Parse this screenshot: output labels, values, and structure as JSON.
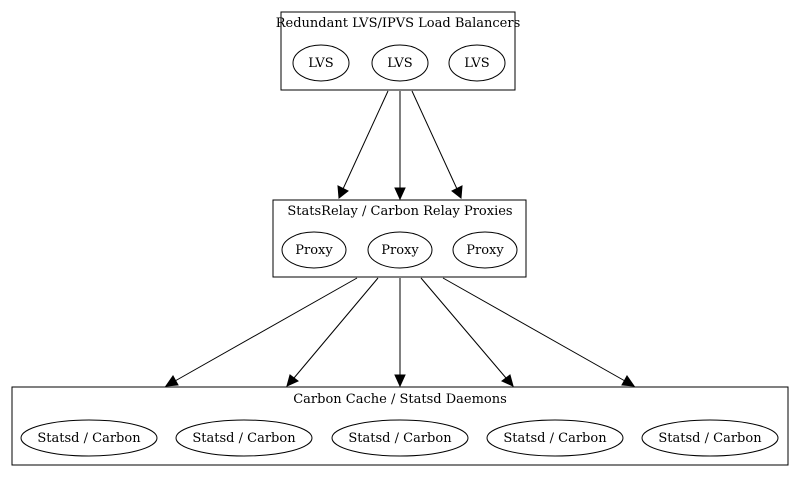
{
  "clusters": {
    "lb": {
      "title": "Redundant LVS/IPVS Load Balancers",
      "nodes": [
        "LVS",
        "LVS",
        "LVS"
      ]
    },
    "proxy": {
      "title": "StatsRelay / Carbon Relay Proxies",
      "nodes": [
        "Proxy",
        "Proxy",
        "Proxy"
      ]
    },
    "cache": {
      "title": "Carbon Cache / Statsd Daemons",
      "nodes": [
        "Statsd / Carbon",
        "Statsd / Carbon",
        "Statsd / Carbon",
        "Statsd / Carbon",
        "Statsd / Carbon"
      ]
    }
  },
  "edges": [
    {
      "from": "lb",
      "to": "proxy",
      "count": 3
    },
    {
      "from": "proxy",
      "to": "cache",
      "count": 5
    }
  ]
}
